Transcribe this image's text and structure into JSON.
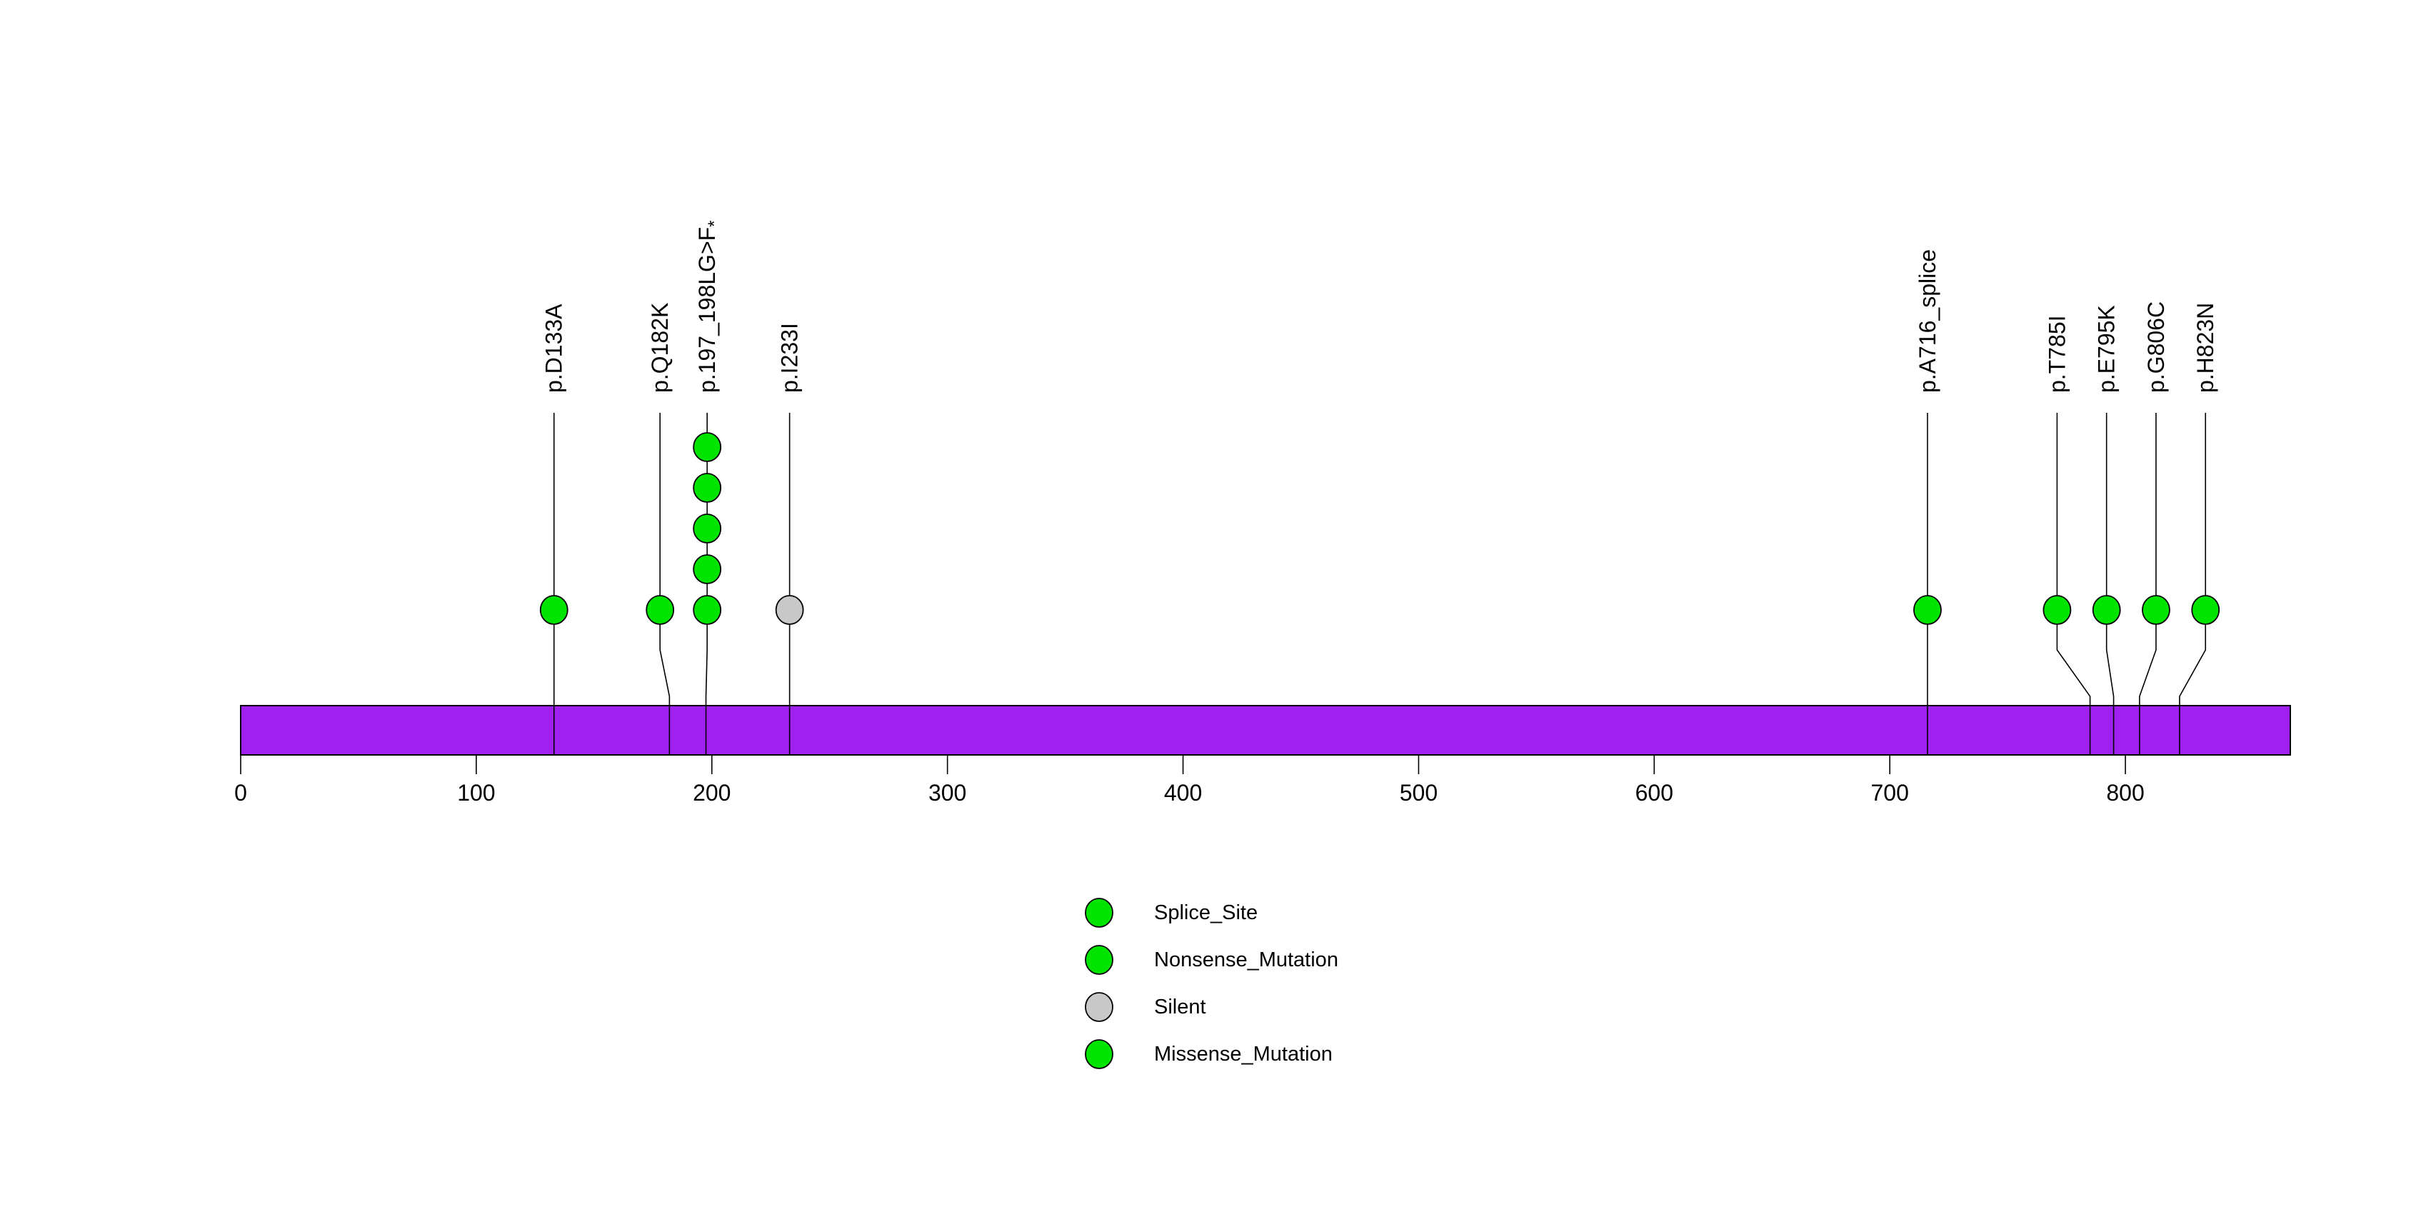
{
  "figure": {
    "background_color": "#ffffff",
    "description": "Protein lollipop mutation plot"
  },
  "chart_data": {
    "type": "scatter",
    "subtype": "lollipop-mutation-plot",
    "title": "",
    "xlabel": "",
    "ylabel": "",
    "xlim": [
      0,
      870
    ],
    "x_ticks": [
      0,
      100,
      200,
      300,
      400,
      500,
      600,
      700,
      800
    ],
    "grid": false,
    "legend_position": "bottom-center",
    "colors": {
      "green_mutation": "#00E400",
      "silent_gray": "#C8C8C8",
      "protein_bar_purple": "#A020F0",
      "stroke_black": "#000000"
    },
    "protein_bar": {
      "start_aa": 0,
      "end_aa": 870,
      "color": "#A020F0",
      "border_color": "#000000"
    },
    "mutations": [
      {
        "label": "p.D133A",
        "position_aa": 133,
        "count": 1,
        "mutation_type": "Missense_Mutation",
        "color": "#00E400",
        "label_offset_aa": 0
      },
      {
        "label": "p.Q182K",
        "position_aa": 182,
        "count": 1,
        "mutation_type": "Missense_Mutation",
        "color": "#00E400",
        "label_offset_aa": -4
      },
      {
        "label": "p.197_198LG>F*",
        "position_aa": 197.5,
        "count": 5,
        "mutation_type": "Nonsense_Mutation",
        "color": "#00E400",
        "label_offset_aa": 0.5
      },
      {
        "label": "p.I233I",
        "position_aa": 233,
        "count": 1,
        "mutation_type": "Silent",
        "color": "#C8C8C8",
        "label_offset_aa": 0
      },
      {
        "label": "p.A716_splice",
        "position_aa": 716,
        "count": 1,
        "mutation_type": "Splice_Site",
        "color": "#00E400",
        "label_offset_aa": 0
      },
      {
        "label": "p.T785I",
        "position_aa": 785,
        "count": 1,
        "mutation_type": "Missense_Mutation",
        "color": "#00E400",
        "label_offset_aa": -14
      },
      {
        "label": "p.E795K",
        "position_aa": 795,
        "count": 1,
        "mutation_type": "Missense_Mutation",
        "color": "#00E400",
        "label_offset_aa": -3
      },
      {
        "label": "p.G806C",
        "position_aa": 806,
        "count": 1,
        "mutation_type": "Missense_Mutation",
        "color": "#00E400",
        "label_offset_aa": 7
      },
      {
        "label": "p.H823N",
        "position_aa": 823,
        "count": 1,
        "mutation_type": "Missense_Mutation",
        "color": "#00E400",
        "label_offset_aa": 11
      }
    ],
    "legend": {
      "items": [
        {
          "label": "Splice_Site",
          "color": "#00E400"
        },
        {
          "label": "Nonsense_Mutation",
          "color": "#00E400"
        },
        {
          "label": "Silent",
          "color": "#C8C8C8"
        },
        {
          "label": "Missense_Mutation",
          "color": "#00E400"
        }
      ]
    }
  }
}
